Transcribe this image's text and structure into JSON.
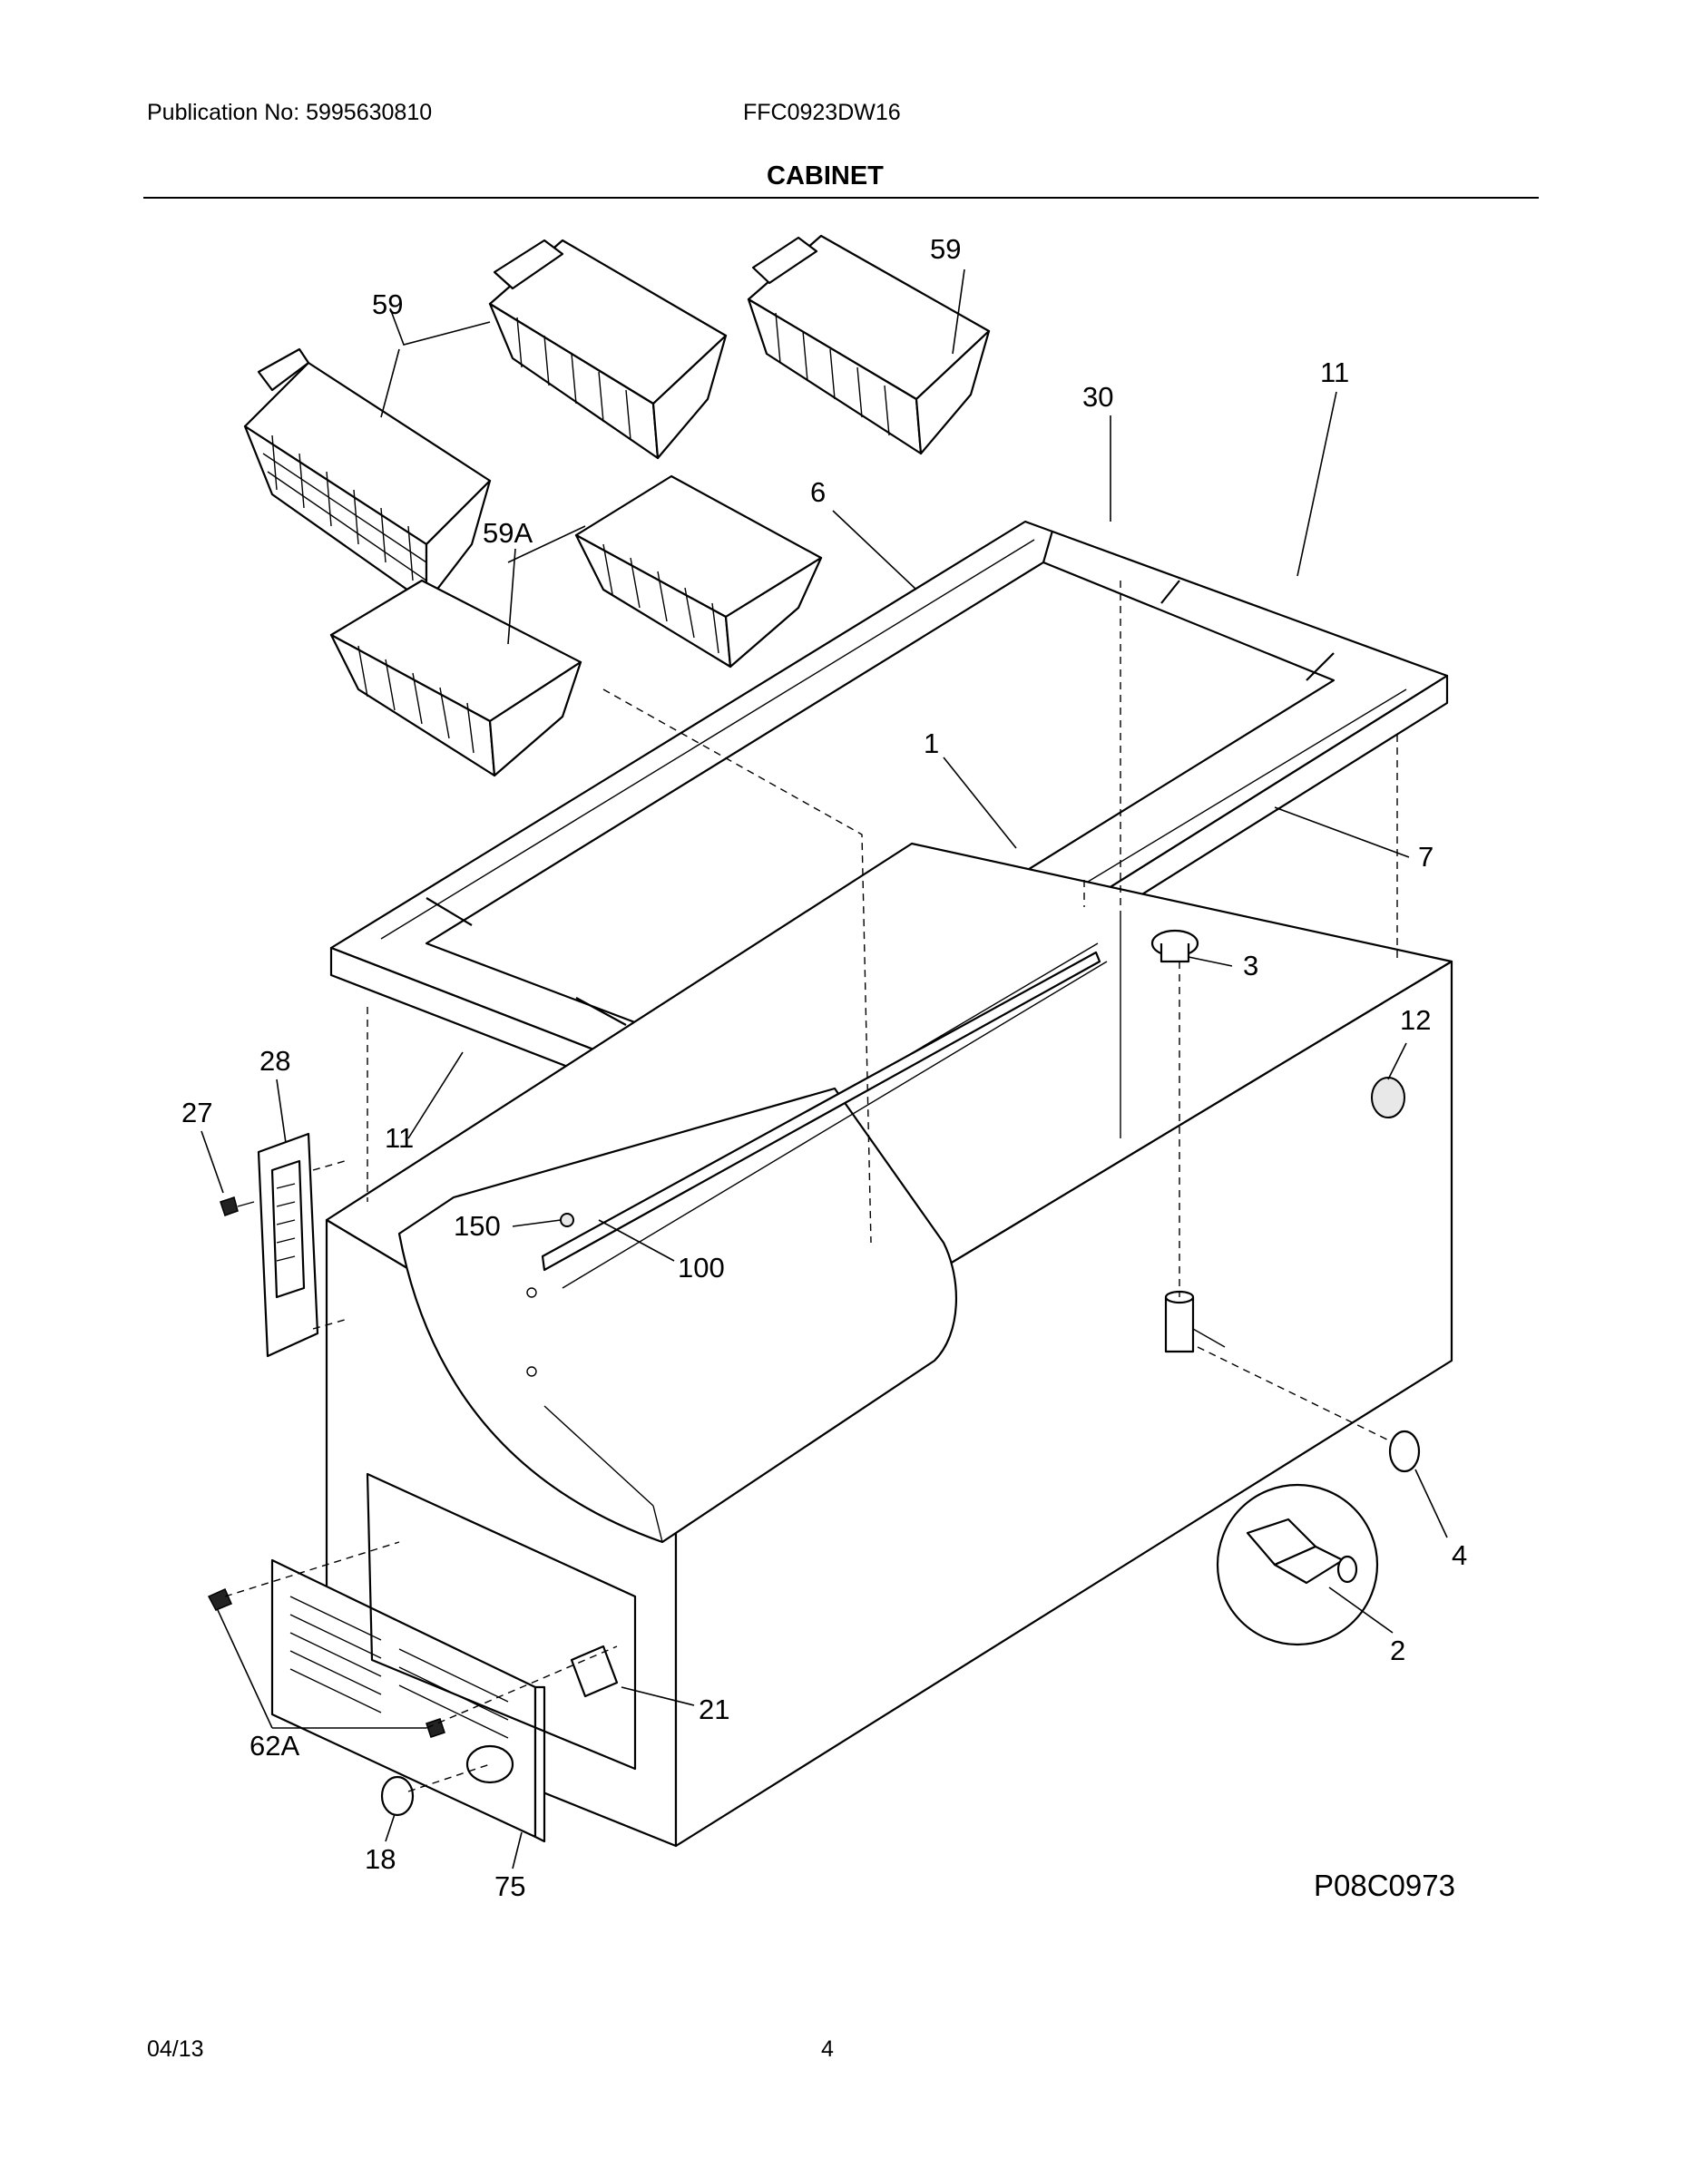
{
  "header": {
    "publication": "Publication No: 5995630810",
    "model": "FFC0923DW16",
    "title": "CABINET"
  },
  "footer": {
    "date": "04/13",
    "page": "4"
  },
  "diagram": {
    "code": "P08C0973",
    "callouts": {
      "c59_left": "59",
      "c59_right": "59",
      "c59a": "59A",
      "c30": "30",
      "c11_top": "11",
      "c6": "6",
      "c1": "1",
      "c7": "7",
      "c3": "3",
      "c12": "12",
      "c28": "28",
      "c27": "27",
      "c11_bottom": "11",
      "c150": "150",
      "c100": "100",
      "c4": "4",
      "c2": "2",
      "c21": "21",
      "c62a": "62A",
      "c18": "18",
      "c75": "75"
    }
  }
}
